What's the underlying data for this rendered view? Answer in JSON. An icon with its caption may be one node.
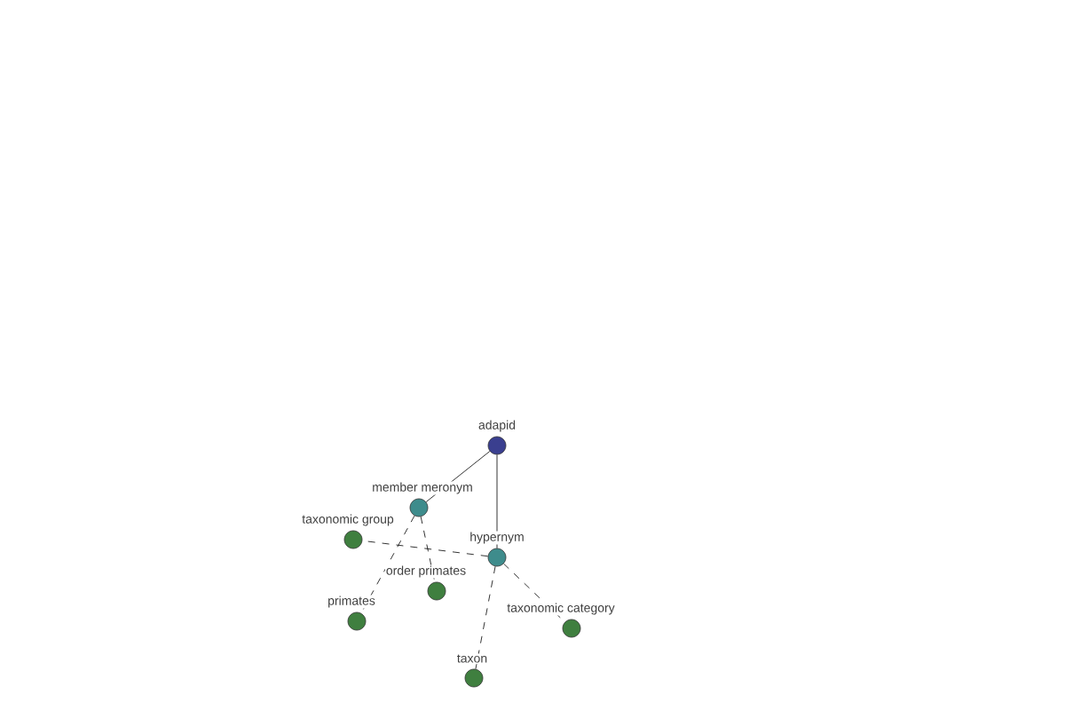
{
  "diagram": {
    "nodes": [
      {
        "text": [
          "adapid"
        ]
      },
      {
        "text": [
          "member meronym"
        ]
      },
      {
        "text": [
          "taxonomic group"
        ]
      },
      {
        "text": [
          "hypernym"
        ]
      },
      {
        "text": [
          "order primates"
        ]
      },
      {
        "text": [
          "primates"
        ]
      },
      {
        "text": [
          "taxonomic category"
        ]
      },
      {
        "text": [
          "taxon"
        ]
      }
    ],
    "edges": [
      {
        "from": 0,
        "to": 1,
        "arrow": "none"
      },
      {
        "from": 0,
        "to": 3,
        "arrow": "none"
      },
      {
        "from": 1,
        "to": 5,
        "arrow": "none",
        "style": "dashed"
      },
      {
        "from": 1,
        "to": 4,
        "arrow": "none",
        "style": "dashed"
      },
      {
        "from": 3,
        "to": 2,
        "arrow": "none",
        "style": "dashed"
      },
      {
        "from": 3,
        "to": 7,
        "arrow": "none",
        "style": "dashed"
      },
      {
        "from": 3,
        "to": 6,
        "arrow": "none",
        "style": "dashed"
      }
    ]
  }
}
